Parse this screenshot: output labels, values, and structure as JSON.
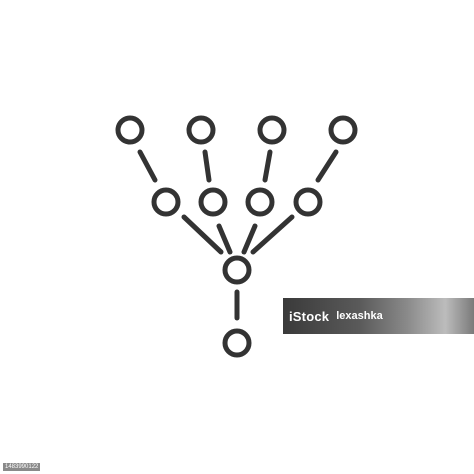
{
  "icon": {
    "name": "hierarchy-network-icon",
    "stroke_color": "#333333"
  },
  "watermark": {
    "brand": "iStock",
    "credit": "lexashka",
    "stock_id": "1483990122"
  }
}
